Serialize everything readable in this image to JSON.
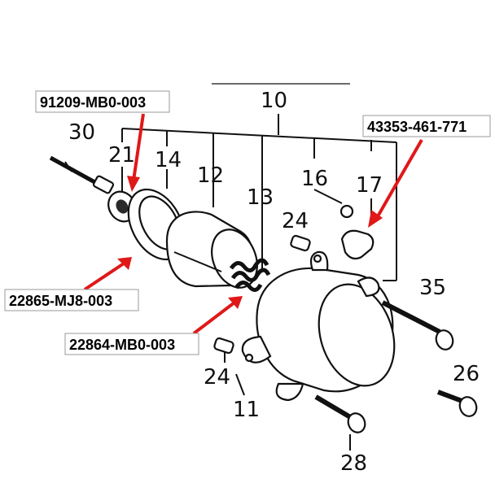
{
  "diagram": {
    "ref_numbers": {
      "n10": "10",
      "n30": "30",
      "n21": "21",
      "n14": "14",
      "n12": "12",
      "n13": "13",
      "n16": "16",
      "n17": "17",
      "n24a": "24",
      "n24b": "24",
      "n35": "35",
      "n26": "26",
      "n11": "11",
      "n28": "28"
    },
    "part_numbers": {
      "p91209": "91209-MB0-003",
      "p43353": "43353-461-771",
      "p22865": "22865-MJ8-003",
      "p22864": "22864-MB0-003"
    },
    "colors": {
      "callout_arrow": "#e01818",
      "line_art": "#111111",
      "background": "#ffffff"
    }
  }
}
